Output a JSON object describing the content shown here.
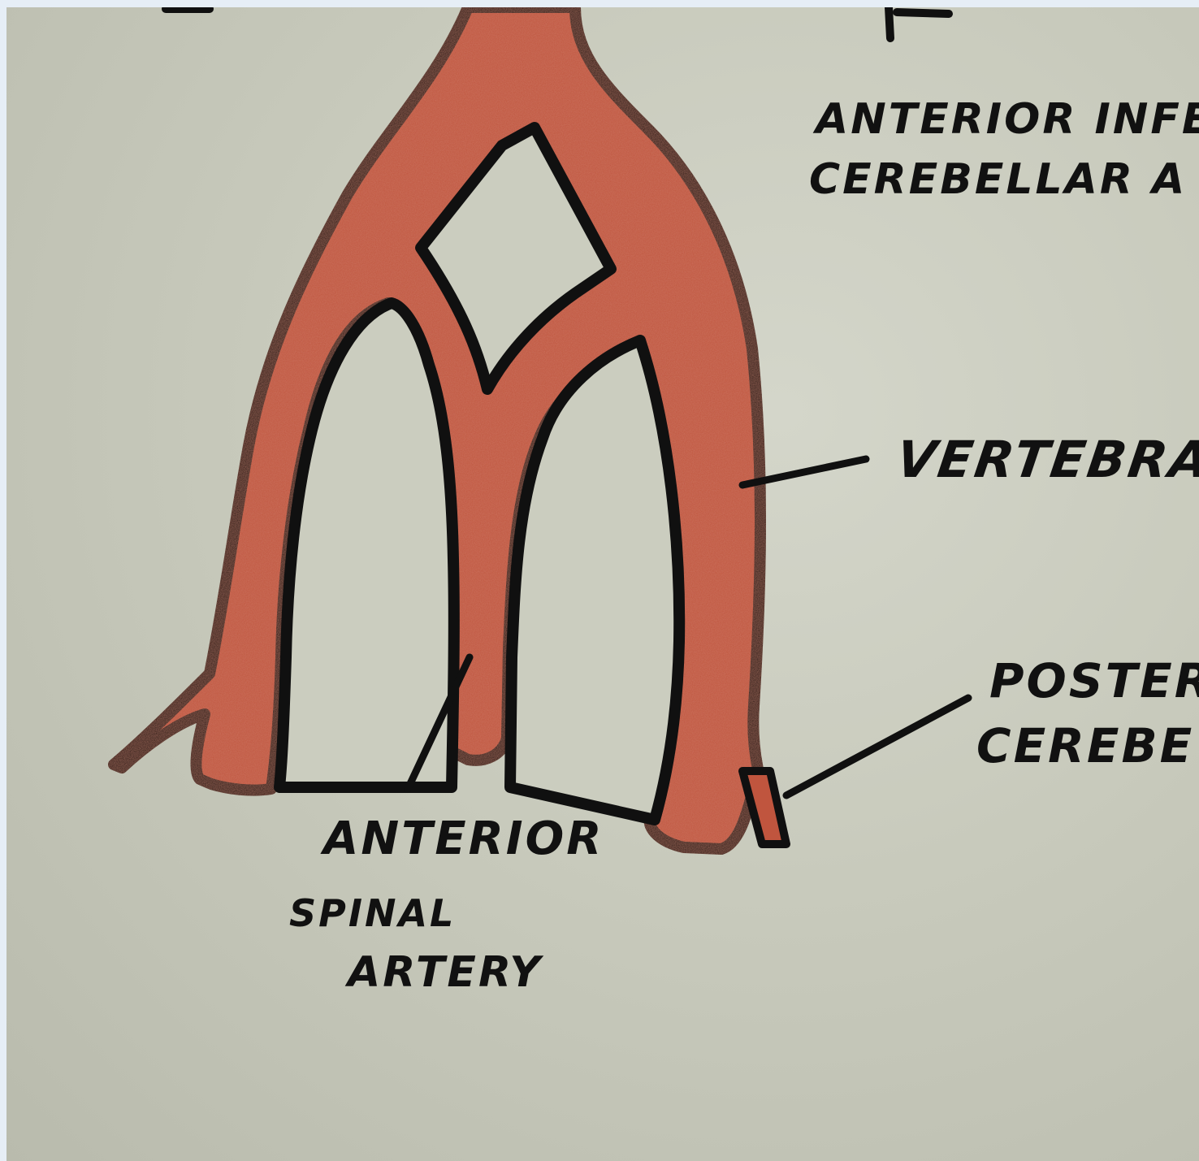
{
  "labels": {
    "aica_line1": "ANTERIOR INFER",
    "aica_line2": "CEREBELLAR A",
    "vertebral": "VERTEBRAL",
    "pica_line1": "POSTERI",
    "pica_line2": "CEREBE",
    "asa_line1": "ANTERIOR",
    "asa_line2": "SPINAL",
    "asa_line3": "ARTERY"
  },
  "colors": {
    "artery_fill": "#c0553e",
    "outline": "#101010",
    "paper": "#c8cabc"
  }
}
